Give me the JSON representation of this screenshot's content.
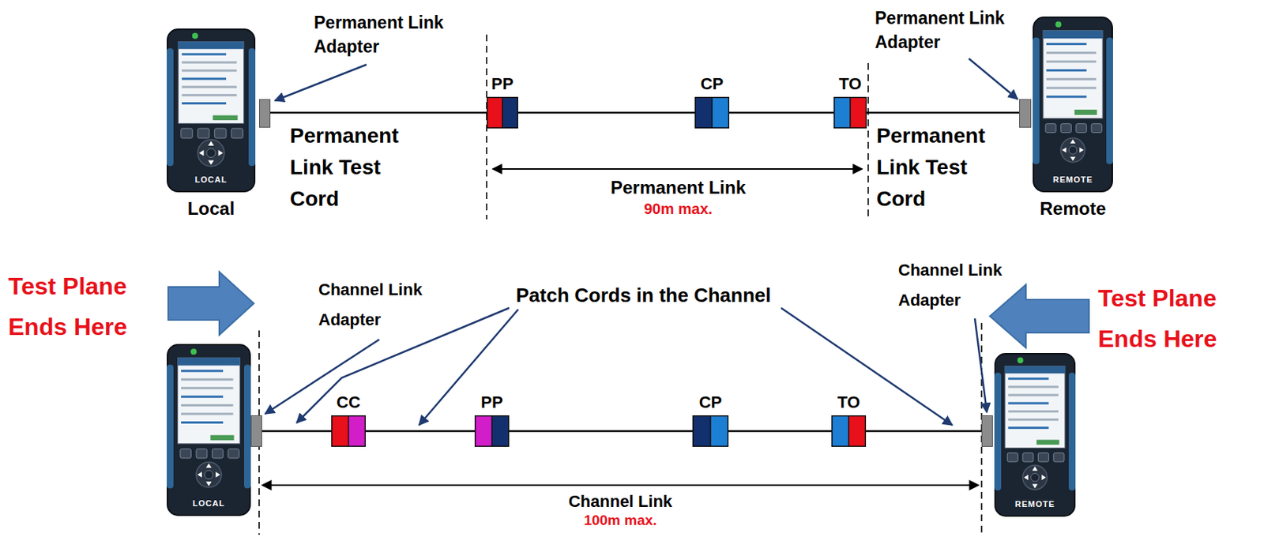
{
  "diagram": {
    "nodes": [
      {
        "text": [
          "LOCAL",
          "Local"
        ]
      },
      {
        "text": [
          "PP"
        ]
      },
      {
        "text": [
          "CP"
        ]
      },
      {
        "text": [
          "TO"
        ]
      },
      {
        "text": [
          "REMOTE",
          "Remote"
        ]
      },
      {
        "text": [
          "LOCAL"
        ]
      },
      {
        "text": [
          "CC"
        ]
      },
      {
        "text": [
          "PP"
        ]
      },
      {
        "text": [
          "CP"
        ]
      },
      {
        "text": [
          "TO"
        ]
      },
      {
        "text": [
          "REMOTE"
        ]
      }
    ],
    "edges": [
      {
        "from": 0,
        "to": 1,
        "arrow": "none"
      },
      {
        "from": 1,
        "to": 2,
        "arrow": "none"
      },
      {
        "from": 2,
        "to": 3,
        "arrow": "none"
      },
      {
        "from": 3,
        "to": 4,
        "arrow": "none"
      },
      {
        "from": 5,
        "to": 6,
        "arrow": "none"
      },
      {
        "from": 6,
        "to": 7,
        "arrow": "none"
      },
      {
        "from": 7,
        "to": 8,
        "arrow": "none"
      },
      {
        "from": 8,
        "to": 9,
        "arrow": "none"
      },
      {
        "from": 9,
        "to": 10,
        "arrow": "none"
      }
    ],
    "labels": [
      "Permanent Link Adapter",
      "Permanent Link Test Cord",
      "Permanent Link",
      "90m max.",
      "Permanent Link Adapter",
      "Permanent Link Test Cord",
      "Test Plane Ends Here",
      "Channel Link Adapter",
      "Patch Cords in the Channel",
      "Channel Link Adapter",
      "Test Plane Ends Here",
      "Channel Link",
      "100m max."
    ]
  }
}
